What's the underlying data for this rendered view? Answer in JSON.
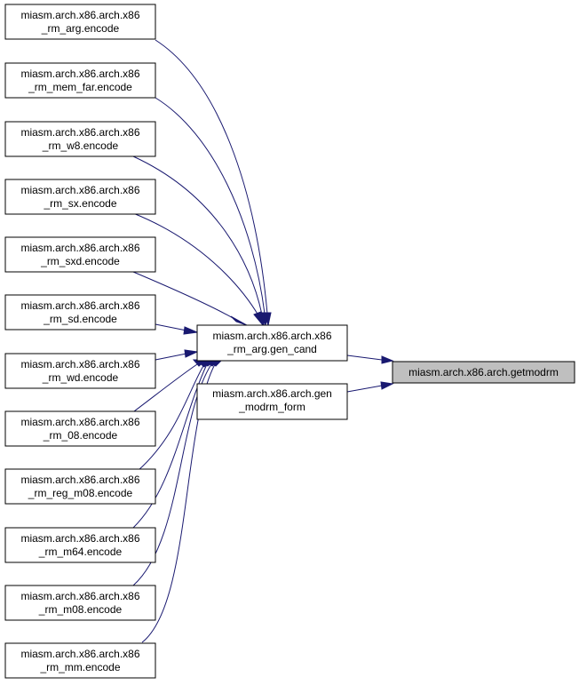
{
  "colors": {
    "edge": "#191970",
    "node_fill": "#ffffff",
    "node_stroke": "#000000",
    "highlight_fill": "#bfbfbf"
  },
  "nodes": {
    "rm_arg": {
      "line1": "miasm.arch.x86.arch.x86",
      "line2": "_rm_arg.encode"
    },
    "rm_mem_far": {
      "line1": "miasm.arch.x86.arch.x86",
      "line2": "_rm_mem_far.encode"
    },
    "rm_w8": {
      "line1": "miasm.arch.x86.arch.x86",
      "line2": "_rm_w8.encode"
    },
    "rm_sx": {
      "line1": "miasm.arch.x86.arch.x86",
      "line2": "_rm_sx.encode"
    },
    "rm_sxd": {
      "line1": "miasm.arch.x86.arch.x86",
      "line2": "_rm_sxd.encode"
    },
    "rm_sd": {
      "line1": "miasm.arch.x86.arch.x86",
      "line2": "_rm_sd.encode"
    },
    "rm_wd": {
      "line1": "miasm.arch.x86.arch.x86",
      "line2": "_rm_wd.encode"
    },
    "rm_08": {
      "line1": "miasm.arch.x86.arch.x86",
      "line2": "_rm_08.encode"
    },
    "rm_reg_m08": {
      "line1": "miasm.arch.x86.arch.x86",
      "line2": "_rm_reg_m08.encode"
    },
    "rm_m64": {
      "line1": "miasm.arch.x86.arch.x86",
      "line2": "_rm_m64.encode"
    },
    "rm_m08": {
      "line1": "miasm.arch.x86.arch.x86",
      "line2": "_rm_m08.encode"
    },
    "rm_mm": {
      "line1": "miasm.arch.x86.arch.x86",
      "line2": "_rm_mm.encode"
    },
    "gen_cand": {
      "line1": "miasm.arch.x86.arch.x86",
      "line2": "_rm_arg.gen_cand"
    },
    "gen_modrm_form": {
      "line1": "miasm.arch.x86.arch.gen",
      "line2": "_modrm_form"
    },
    "getmodrm": {
      "line1": "miasm.arch.x86.arch.getmodrm"
    }
  }
}
